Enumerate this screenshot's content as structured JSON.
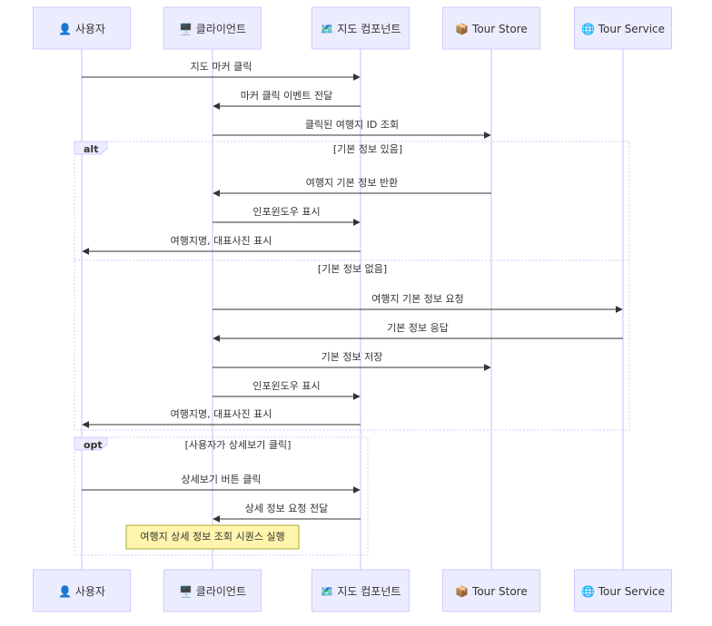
{
  "actors": [
    {
      "id": "user",
      "icon": "👤",
      "label": "사용자",
      "icon_name": "person-icon"
    },
    {
      "id": "client",
      "icon": "🖥️",
      "label": "클라이언트",
      "icon_name": "desktop-icon"
    },
    {
      "id": "map",
      "icon": "🗺️",
      "label": "지도 컴포넌트",
      "icon_name": "map-icon"
    },
    {
      "id": "store",
      "icon": "📦",
      "label": "Tour Store",
      "icon_name": "package-icon"
    },
    {
      "id": "service",
      "icon": "🌐",
      "label": "Tour Service",
      "icon_name": "globe-icon"
    }
  ],
  "messages": [
    {
      "from": "user",
      "to": "map",
      "text": "지도 마커 클릭"
    },
    {
      "from": "map",
      "to": "client",
      "text": "마커 클릭 이벤트 전달"
    },
    {
      "from": "client",
      "to": "store",
      "text": "클릭된 여행지 ID 조회"
    },
    {
      "from": "store",
      "to": "client",
      "text": "여행지 기본 정보 반환"
    },
    {
      "from": "client",
      "to": "map",
      "text": "인포윈도우 표시"
    },
    {
      "from": "map",
      "to": "user",
      "text": "여행지명, 대표사진 표시"
    },
    {
      "from": "client",
      "to": "service",
      "text": "여행지 기본 정보 요청"
    },
    {
      "from": "service",
      "to": "client",
      "text": "기본 정보 응답"
    },
    {
      "from": "client",
      "to": "store",
      "text": "기본 정보 저장"
    },
    {
      "from": "client",
      "to": "map",
      "text": "인포윈도우 표시"
    },
    {
      "from": "map",
      "to": "user",
      "text": "여행지명, 대표사진 표시"
    },
    {
      "from": "user",
      "to": "map",
      "text": "상세보기 버튼 클릭"
    },
    {
      "from": "map",
      "to": "client",
      "text": "상세 정보 요청 전달"
    }
  ],
  "alt_frame": {
    "keyword": "alt",
    "condition": "[기본 정보 있음]",
    "else_condition": "[기본 정보 없음]"
  },
  "opt_frame": {
    "keyword": "opt",
    "condition": "[사용자가 상세보기 클릭]"
  },
  "note": {
    "text": "여행지 상세 정보 조회 시퀀스 실행"
  },
  "colors": {
    "actor_fill": "#ECECFF",
    "actor_stroke": "#CCCCFF",
    "line": "#333333",
    "note_fill": "#FFF5AD",
    "note_stroke": "#AAAA33"
  }
}
